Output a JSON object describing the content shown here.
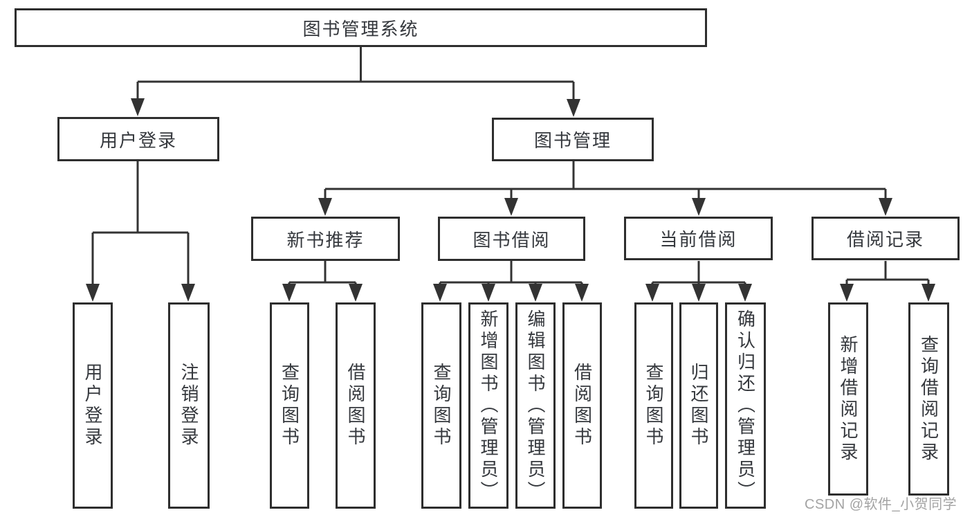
{
  "diagram": {
    "type": "hierarchy-tree",
    "colors": {
      "background": "#ffffff",
      "line": "#333333",
      "box_border": "#2e2e2e",
      "text": "#35383d",
      "watermark": "#a3a3a3"
    }
  },
  "tree": {
    "root": "图书管理系统",
    "branches": [
      {
        "label": "用户登录",
        "children": [
          {
            "label": "用户登录"
          },
          {
            "label": "注销登录"
          }
        ]
      },
      {
        "label": "图书管理",
        "children": [
          {
            "label": "新书推荐",
            "children": [
              {
                "label": "查询图书"
              },
              {
                "label": "借阅图书"
              }
            ]
          },
          {
            "label": "图书借阅",
            "children": [
              {
                "label": "查询图书"
              },
              {
                "label": "新增图书（管理员）"
              },
              {
                "label": "编辑图书（管理员）"
              },
              {
                "label": "借阅图书"
              }
            ]
          },
          {
            "label": "当前借阅",
            "children": [
              {
                "label": "查询图书"
              },
              {
                "label": "归还图书"
              },
              {
                "label": "确认归还（管理员）"
              }
            ]
          },
          {
            "label": "借阅记录",
            "children": [
              {
                "label": "新增借阅记录"
              },
              {
                "label": "查询借阅记录"
              }
            ]
          }
        ]
      }
    ]
  },
  "watermark": {
    "text": "CSDN @软件_小贺同学"
  }
}
